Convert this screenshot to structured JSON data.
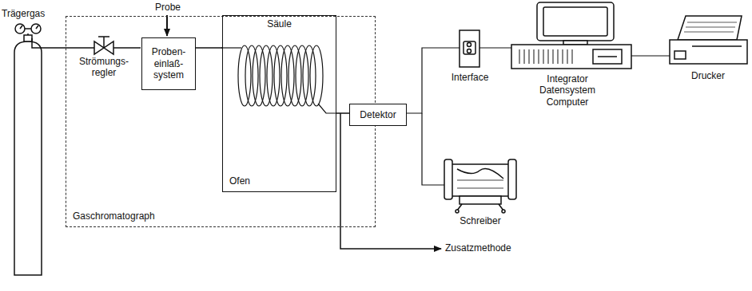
{
  "diagram": {
    "nodes": [
      {
        "text": [
          "Gaschromatograph"
        ]
      },
      {
        "text": [
          "Proben- einlaß- system"
        ],
        "in": 0
      },
      {
        "text": [
          "Säule",
          "Ofen"
        ],
        "in": 0
      },
      {
        "text": [
          "Detektor"
        ],
        "in": 0
      }
    ],
    "edges": [
      {
        "from": 1,
        "to": 2,
        "arrow": "none"
      },
      {
        "from": 2,
        "to": 3,
        "arrow": "none"
      }
    ],
    "labels": [
      "Probe",
      "Trägergas",
      "Strömungs- regler",
      "Interface",
      "Integrator Datensystem Computer",
      "Schreiber",
      "Drucker",
      "Zusatzmethode"
    ]
  }
}
